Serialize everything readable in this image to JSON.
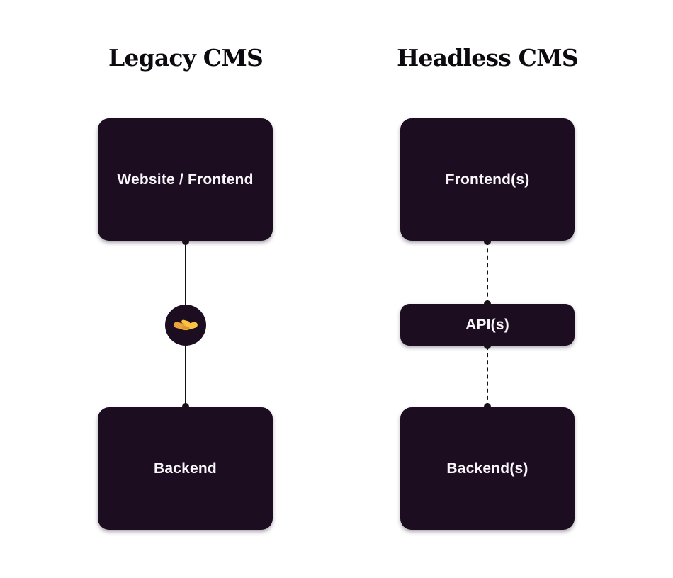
{
  "diagram": {
    "background": "#ffffff",
    "colors": {
      "box_fill": "#1c0d21",
      "box_text": "#faf7fb",
      "connector": "#14101a",
      "title_text": "#0c0a0e",
      "handshake_gold": "#fcc343",
      "handshake_gold_shade": "#e9a33b"
    },
    "columns": [
      {
        "title": "Legacy CMS",
        "connector_style": "solid",
        "connector_icon": "handshake",
        "nodes": [
          {
            "label": "Website / Frontend"
          },
          {
            "label": "Backend"
          }
        ]
      },
      {
        "title": "Headless CMS",
        "connector_style": "dashed",
        "nodes": [
          {
            "label": "Frontend(s)"
          },
          {
            "label": "API(s)"
          },
          {
            "label": "Backend(s)"
          }
        ]
      }
    ]
  }
}
